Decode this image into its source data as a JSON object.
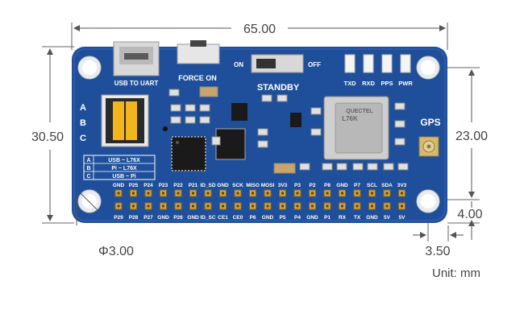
{
  "dimensions": {
    "width": "65.00",
    "height": "30.50",
    "hole_spacing_v": "23.00",
    "hole_offset_v": "4.00",
    "hole_offset_h": "3.50",
    "hole_diameter": "Φ3.00",
    "unit": "Unit: mm"
  },
  "board": {
    "usb_label": "USB TO UART",
    "force_on_label": "FORCE ON",
    "switch_on": "ON",
    "switch_off": "OFF",
    "standby_label": "STANDBY",
    "leds": [
      "TXD",
      "RXD",
      "PPS",
      "PWR"
    ],
    "gps_label": "GPS",
    "module_brand": "QUECTEL",
    "module_name": "L76K",
    "jumper_letters": [
      "A",
      "B",
      "C"
    ],
    "mode_table": [
      {
        "key": "A",
        "value": "USB ~ L76X"
      },
      {
        "key": "B",
        "value": "Pi ~ L76X"
      },
      {
        "key": "C",
        "value": "USB ~ Pi"
      }
    ],
    "pins_top": [
      "GND",
      "P25",
      "P24",
      "P23",
      "P22",
      "P21",
      "ID_SD",
      "GND",
      "SCK",
      "MISO",
      "MOSI",
      "3V3",
      "P3",
      "P2",
      "P8",
      "GND",
      "P7",
      "SCL",
      "SDA",
      "3V3"
    ],
    "pins_bottom": [
      "P29",
      "P28",
      "P27",
      "GND",
      "P26",
      "GND",
      "ID_SC",
      "CE1",
      "CE0",
      "P6",
      "GND",
      "P5",
      "P4",
      "GND",
      "P1",
      "RX",
      "TX",
      "GND",
      "5V",
      "5V"
    ]
  },
  "colors": {
    "pcb": "#1f4f9a",
    "dim_line": "#555555",
    "header": "#d4a53a",
    "jumper": "#f2b51c"
  }
}
